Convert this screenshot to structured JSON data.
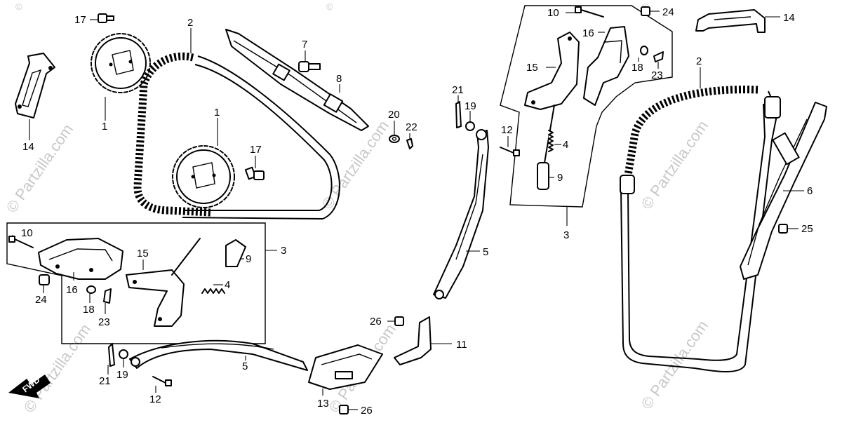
{
  "watermark": {
    "site": "© Partzilla.com",
    "mark": "©"
  },
  "fwd_label": "FWD",
  "callouts": {
    "c1a": "1",
    "c1b": "1",
    "c2a": "2",
    "c2b": "2",
    "c3a": "3",
    "c3b": "3",
    "c4a": "4",
    "c4b": "4",
    "c5a": "5",
    "c5b": "5",
    "c6": "6",
    "c7": "7",
    "c8": "8",
    "c9a": "9",
    "c9b": "9",
    "c10a": "10",
    "c10b": "10",
    "c11": "11",
    "c12a": "12",
    "c12b": "12",
    "c13": "13",
    "c14a": "14",
    "c14b": "14",
    "c15a": "15",
    "c15b": "15",
    "c16a": "16",
    "c16b": "16",
    "c17a": "17",
    "c17b": "17",
    "c18a": "18",
    "c18b": "18",
    "c19a": "19",
    "c19b": "19",
    "c20": "20",
    "c21a": "21",
    "c21b": "21",
    "c22": "22",
    "c23a": "23",
    "c23b": "23",
    "c24a": "24",
    "c24b": "24",
    "c25": "25",
    "c26a": "26",
    "c26b": "26"
  }
}
